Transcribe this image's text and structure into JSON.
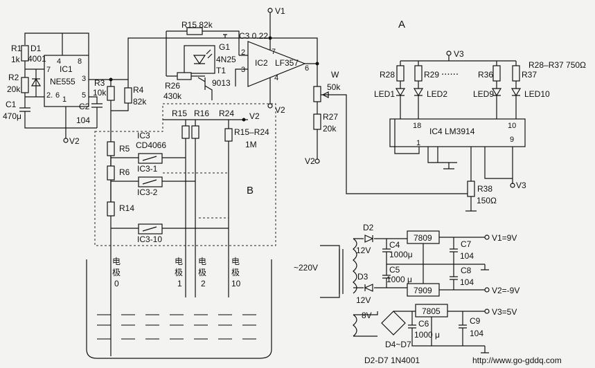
{
  "labels": {
    "sectionA": "A",
    "sectionB": "B",
    "V1": "V1",
    "V2": "V2",
    "V3": "V3",
    "R1": "R1",
    "R1v": "1k",
    "D1": "D1",
    "D1v": "4001",
    "R2": "R2",
    "R2v": "20k",
    "C1": "C1",
    "C1v": "470μ",
    "IC1": "IC1",
    "IC1t": "NE555",
    "C2": "C2",
    "C2v": "104",
    "R3": "R3",
    "R3v": "10k",
    "R4": "R4",
    "R4v": "82k",
    "R15top": "R15 82k",
    "C3": "C3 0.22",
    "G1": "G1",
    "N4N25": "4N25",
    "T1": "T1",
    "T9013": "9013",
    "R26": "R26",
    "R26v": "430k",
    "IC2": "IC2",
    "IC2t": "LF357",
    "W": "W",
    "Wv": "50k",
    "R27": "R27",
    "R27v": "20k",
    "R28": "R28",
    "R29": "R29",
    "R36": "R36",
    "R37": "R37",
    "R28R37": "R28–R37  750Ω",
    "LED1": "LED1",
    "LED2": "LED2",
    "LED9": "LED9",
    "LED10": "LED10",
    "IC4": "IC4  LM3914",
    "R38": "R38",
    "R38v": "150Ω",
    "R15": "R15",
    "R16": "R16",
    "R24": "R24",
    "R15R24": "R15–R24",
    "M1": "1M",
    "IC3": "IC3",
    "IC3t": "CD4066",
    "R5": "R5",
    "R6": "R6",
    "R14": "R14",
    "IC31": "IC3-1",
    "IC32": "IC3-2",
    "IC310": "IC3-10",
    "E0a": "电",
    "E0b": "极",
    "E0c": "0",
    "E1a": "电",
    "E1b": "极",
    "E1c": "1",
    "E2a": "电",
    "E2b": "极",
    "E2c": "2",
    "E10a": "电",
    "E10b": "极",
    "E10c": "10",
    "ac": "~220V",
    "D2": "D2",
    "D3": "D3",
    "V12a": "12V",
    "V12b": "12V",
    "V8": "8V",
    "C4": "C4",
    "C4v": "1000μ",
    "C5": "C5",
    "C5v": "1000 μ",
    "C6": "C6",
    "C6v": "1000 μ",
    "C7": "C7",
    "C7v": "104",
    "C8": "C8",
    "C8v": "104",
    "C9": "C9",
    "C9v": "104",
    "U7809": "7809",
    "U7909": "7909",
    "U7805": "7805",
    "V1eq": "V1=9V",
    "V2eq": "V2=-9V",
    "V3eq": "V3=5V",
    "D4D7": "D4~D7",
    "diodes": "D2-D7  1N4001",
    "dots": "......",
    "pin4": "4",
    "pin8": "8",
    "pin7": "7",
    "pin3": "3",
    "pin2": "2.",
    "pin6": "6",
    "pin1": "1",
    "pin5": "5",
    "op2": "2",
    "op3": "3",
    "op7": "7",
    "op4": "4",
    "op6": "6",
    "p18": "18",
    "p10": "10",
    "p1": "1",
    "p9": "9",
    "url": "http://www.go-gddq.com"
  }
}
